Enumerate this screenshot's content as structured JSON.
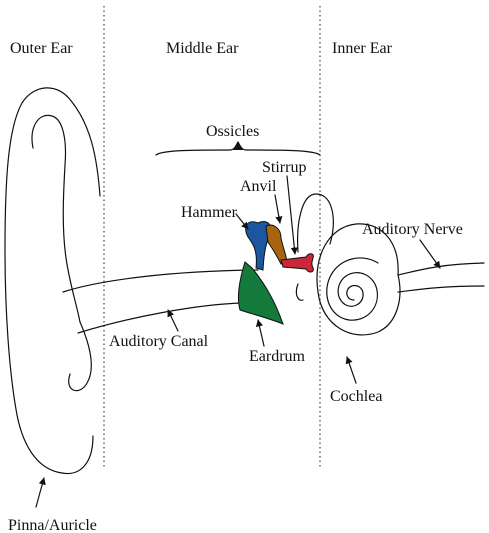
{
  "sections": {
    "outer_ear": "Outer Ear",
    "middle_ear": "Middle Ear",
    "inner_ear": "Inner Ear"
  },
  "labels": {
    "ossicles": "Ossicles",
    "stirrup": "Stirrup",
    "anvil": "Anvil",
    "hammer": "Hammer",
    "auditory_nerve": "Auditory Nerve",
    "auditory_canal": "Auditory Canal",
    "eardrum": "Eardrum",
    "cochlea": "Cochlea",
    "pinna": "Pinna/Auricle"
  },
  "colors": {
    "hammer": "#1a57a0",
    "anvil": "#a8650f",
    "stirrup": "#c8283a",
    "eardrum": "#137a3c",
    "outline": "#111111"
  }
}
